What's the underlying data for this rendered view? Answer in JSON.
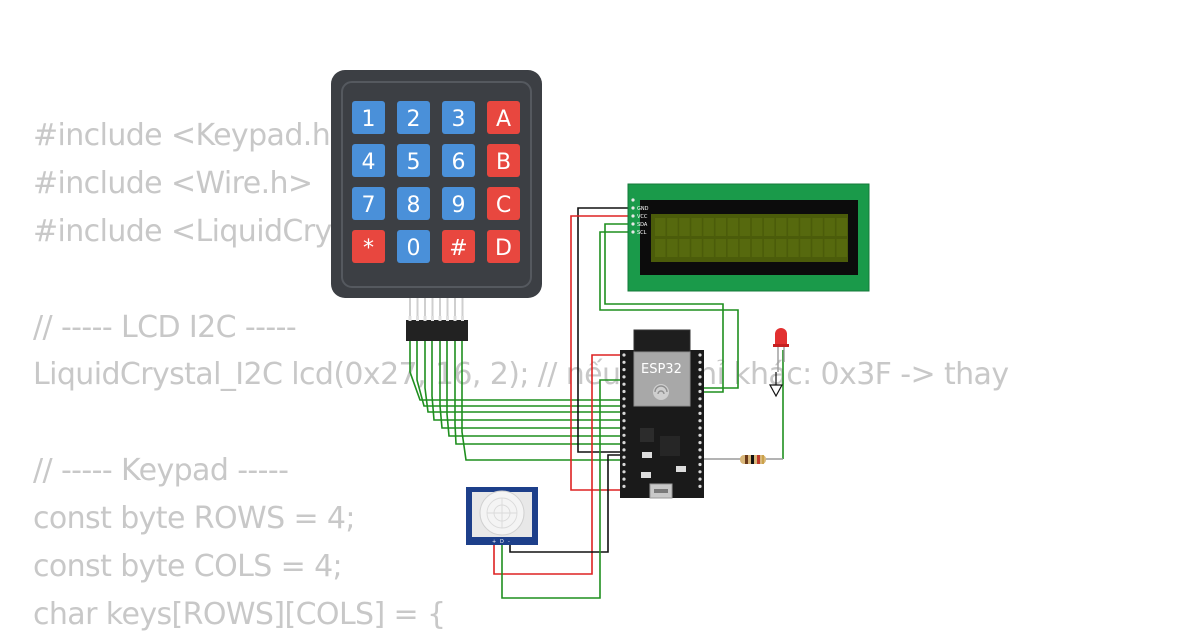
{
  "code_lines": [
    "#include <Keypad.h>",
    "#include <Wire.h>",
    "#include <LiquidCrystal_I2C.h>",
    "",
    "// ----- LCD I2C -----",
    "LiquidCrystal_I2C lcd(0x27, 16, 2); // nếu địa chỉ khác: 0x3F -> thay",
    "",
    "// ----- Keypad -----",
    "const byte ROWS = 4;",
    "const byte COLS = 4;",
    "char keys[ROWS][COLS] = {"
  ],
  "keypad": {
    "keys": [
      "1",
      "2",
      "3",
      "A",
      "4",
      "5",
      "6",
      "B",
      "7",
      "8",
      "9",
      "C",
      "*",
      "0",
      "#",
      "D"
    ],
    "colors": {
      "digit": "#4a90d9",
      "letter": "#e8473f",
      "body": "#3c3f44"
    }
  },
  "lcd": {
    "pin_labels": [
      "GND",
      "VCC",
      "SDA",
      "SCL"
    ],
    "colors": {
      "pcb": "#1a9a4a",
      "screen": "#4b5c0a"
    }
  },
  "esp32": {
    "label": "ESP32",
    "colors": {
      "board": "#1a1a1a",
      "shield": "#a8a8a8"
    }
  },
  "pir": {
    "pin_labels": [
      "+",
      "D",
      "-"
    ],
    "colors": {
      "pcb": "#1d3f8a",
      "dome": "#f4f4f4"
    }
  },
  "wire_colors": {
    "green": "#1f8f1f",
    "red": "#dd2222",
    "black": "#111111"
  }
}
